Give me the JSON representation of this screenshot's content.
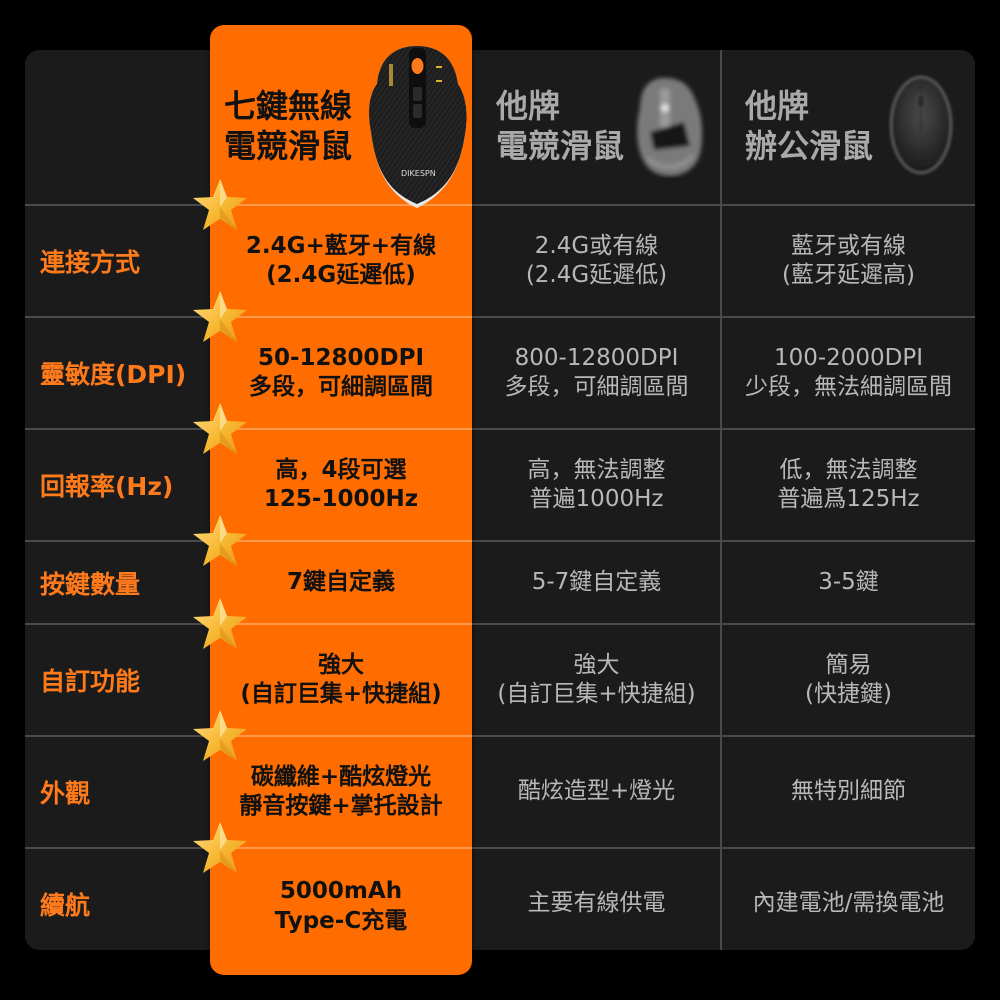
{
  "colors": {
    "page_bg": "#000000",
    "panel_bg": "#1b1b1b",
    "highlight_col": "#ff6d00",
    "label_text": "#ff7a1a",
    "competitor_text": "#b8b8b8",
    "star": "#f7b731"
  },
  "header": {
    "ours": {
      "line1": "七鍵無線",
      "line2": "電競滑鼠",
      "image": "black-carbon-gaming-mouse",
      "brand_text": "DIKESPN"
    },
    "gaming": {
      "line1": "他牌",
      "line2": "電競滑鼠",
      "image": "blurred-gaming-mouse"
    },
    "office": {
      "line1": "他牌",
      "line2": "辦公滑鼠",
      "image": "blurred-office-mouse"
    }
  },
  "rows": [
    {
      "label": "連接方式",
      "ours": [
        "2.4G+藍牙+有線",
        "(2.4G延遲低)"
      ],
      "gaming": [
        "2.4G或有線",
        "(2.4G延遲低)"
      ],
      "office": [
        "藍牙或有線",
        "(藍牙延遲高)"
      ]
    },
    {
      "label": "靈敏度(DPI)",
      "ours": [
        "50-12800DPI",
        "多段，可細調區間"
      ],
      "gaming": [
        "800-12800DPI",
        "多段，可細調區間"
      ],
      "office": [
        "100-2000DPI",
        "少段，無法細調區間"
      ]
    },
    {
      "label": "回報率(Hz)",
      "ours": [
        "高，4段可選",
        "125-1000Hz"
      ],
      "gaming": [
        "高，無法調整",
        "普遍1000Hz"
      ],
      "office": [
        "低，無法調整",
        "普遍爲125Hz"
      ]
    },
    {
      "label": "按鍵數量",
      "ours": [
        "7鍵自定義"
      ],
      "gaming": [
        "5-7鍵自定義"
      ],
      "office": [
        "3-5鍵"
      ]
    },
    {
      "label": "自訂功能",
      "ours": [
        "強大",
        "(自訂巨集+快捷組)"
      ],
      "gaming": [
        "強大",
        "(自訂巨集+快捷組)"
      ],
      "office": [
        "簡易",
        "(快捷鍵)"
      ]
    },
    {
      "label": "外觀",
      "ours": [
        "碳纖維+酷炫燈光",
        "靜音按鍵+掌托設計"
      ],
      "gaming": [
        "酷炫造型+燈光"
      ],
      "office": [
        "無特別細節"
      ]
    },
    {
      "label": "續航",
      "ours": [
        "5000mAh",
        "Type-C充電"
      ],
      "gaming": [
        "主要有線供電"
      ],
      "office": [
        "內建電池/需換電池"
      ]
    }
  ]
}
